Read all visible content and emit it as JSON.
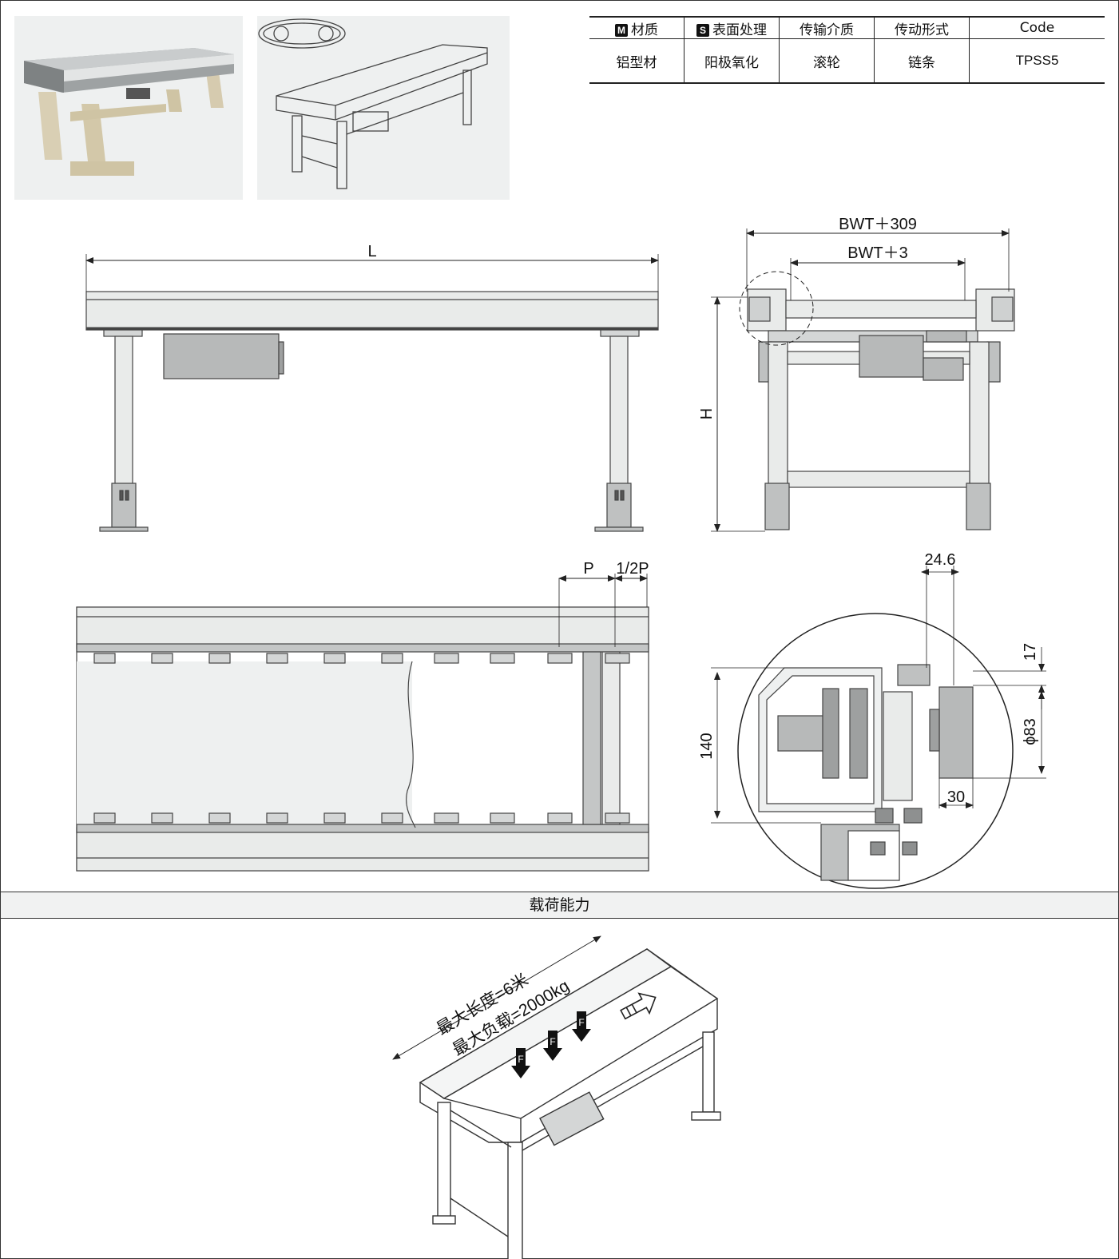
{
  "spec_table": {
    "headers": [
      {
        "badge": "M",
        "label": "材质"
      },
      {
        "badge": "S",
        "label": "表面处理"
      },
      {
        "badge": "",
        "label": "传输介质"
      },
      {
        "badge": "",
        "label": "传动形式"
      },
      {
        "badge": "",
        "label": "Code"
      }
    ],
    "values": [
      "铝型材",
      "阳极氧化",
      "滚轮",
      "链条",
      "TPSS5"
    ]
  },
  "dimensions": {
    "length": "L",
    "total_width": "BWT＋309",
    "inner_width": "BWT＋3",
    "height": "H",
    "pitch": "P",
    "half_pitch": "1/2P",
    "detail_w1": "24.6",
    "detail_h1": "17",
    "detail_h_total": "140",
    "detail_diameter": "ϕ83",
    "detail_w2": "30"
  },
  "load_section": {
    "title": "载荷能力",
    "max_length": "最大长度=6米",
    "max_load": "最大负载=2000kg",
    "force_label": "F"
  },
  "colors": {
    "code": "#1e3f7a",
    "profile": "#e9ebea",
    "motor": "#b7b9b9",
    "photo_bg": "#eef0f0"
  }
}
